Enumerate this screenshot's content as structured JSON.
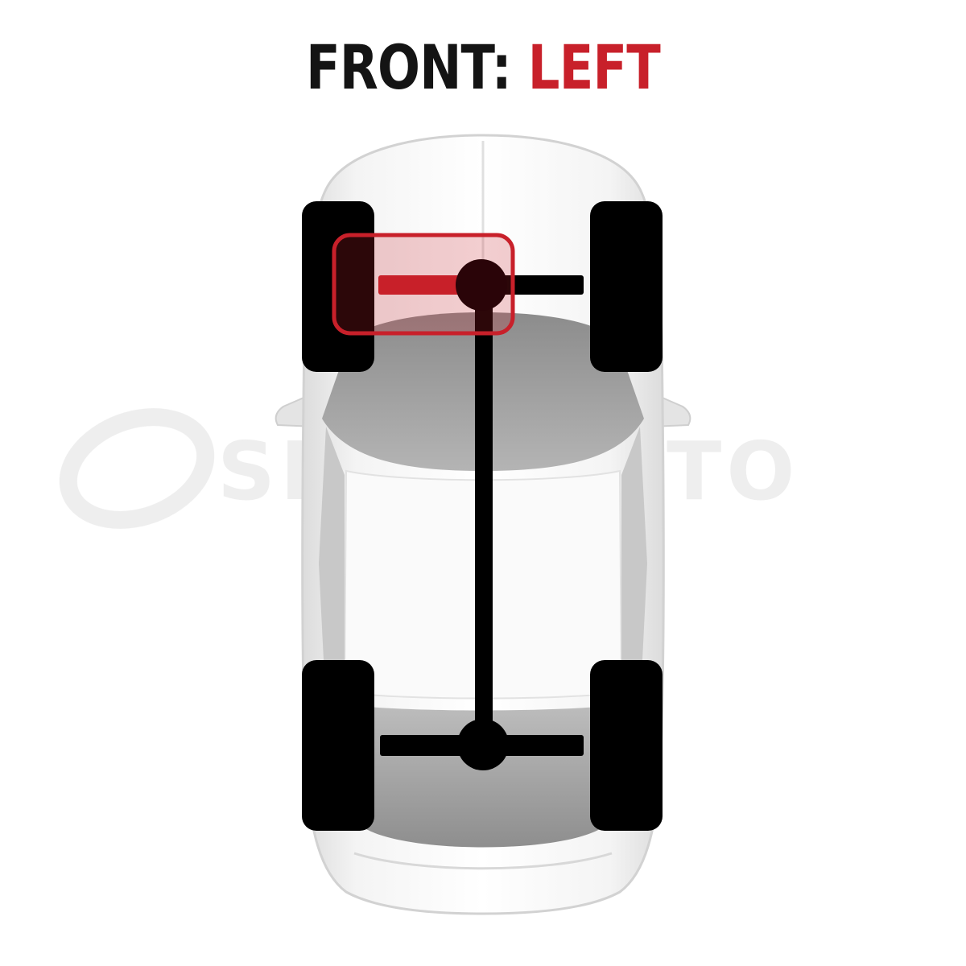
{
  "title": {
    "prefix": "FRONT:",
    "position": "LEFT"
  },
  "watermark": {
    "text": "SIXITYAUTO"
  },
  "colors": {
    "title_text": "#141414",
    "highlight": "#c8202a",
    "drivetrain": "#000000",
    "car_body": "#f2f2f2",
    "glass": "#9a9a9a"
  },
  "highlighted_wheel": "front-left"
}
